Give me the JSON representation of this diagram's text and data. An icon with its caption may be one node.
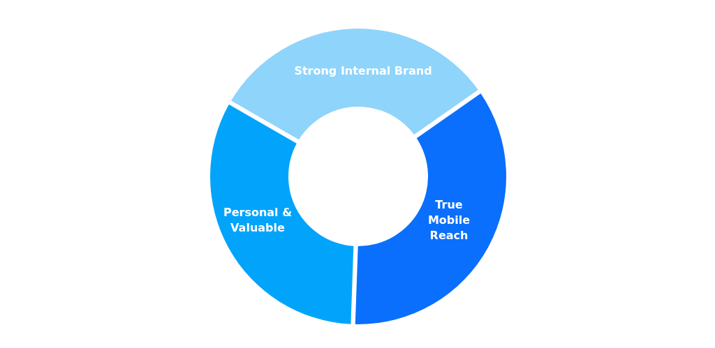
{
  "diagram": {
    "nodes": [
      {
        "text": [
          "Strong Internal Brand"
        ]
      },
      {
        "text": [
          "True Mobile Reach"
        ]
      },
      {
        "text": [
          "Personal & Valuable"
        ]
      }
    ]
  }
}
